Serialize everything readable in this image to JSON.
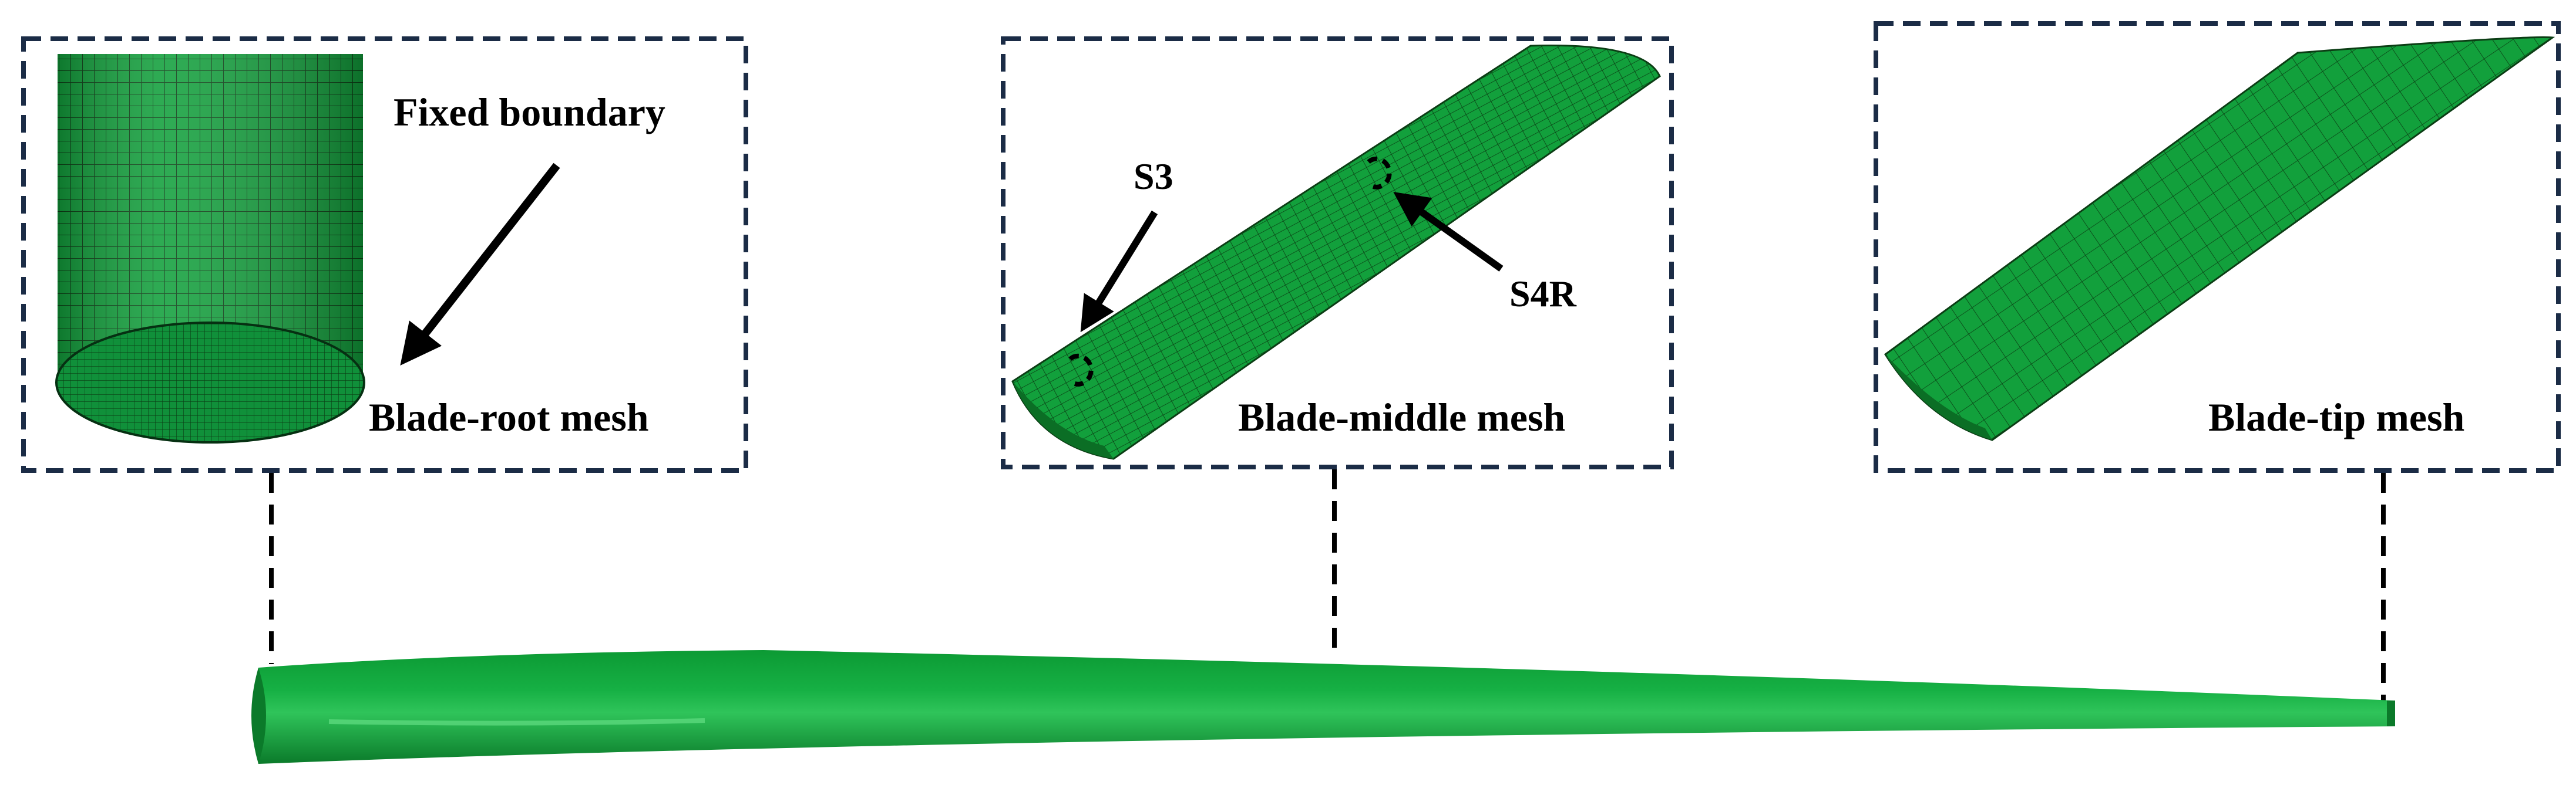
{
  "colors": {
    "mesh_green": "#12a03c",
    "mesh_dark": "#0b6e25",
    "mesh_light": "#2fc45a",
    "grid_line": "#0b3d14",
    "frame_navy": "#1b2c46",
    "connector": "#000000",
    "text": "#000000"
  },
  "panels": {
    "root": {
      "caption": "Blade-root mesh",
      "annotation": "Fixed boundary"
    },
    "middle": {
      "caption": "Blade-middle mesh",
      "element_labels": [
        "S3",
        "S4R"
      ]
    },
    "tip": {
      "caption": "Blade-tip mesh"
    }
  },
  "blade": {
    "description_icon": "wind-turbine-blade-model"
  }
}
